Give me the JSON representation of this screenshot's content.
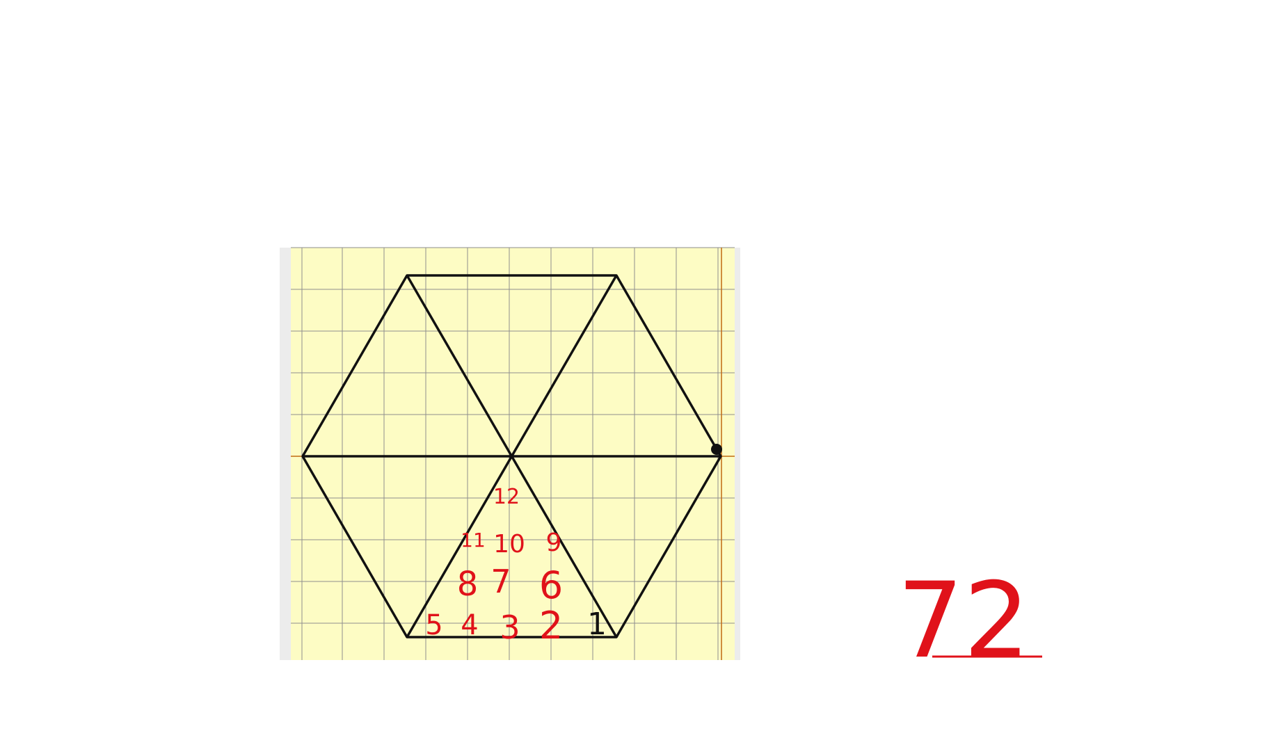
{
  "colors": {
    "paper": "#fdfcc4",
    "grid": "#8e8e8e",
    "paper_border": "#e6e6e6",
    "axis": "#c06a12",
    "hexagon": "#111111",
    "annotation": "#e0121a"
  },
  "triangle_labels": [
    "12",
    "11",
    "10",
    "9",
    "8",
    "7",
    "6",
    "5",
    "4",
    "3",
    "2",
    "1"
  ],
  "answer": "72"
}
